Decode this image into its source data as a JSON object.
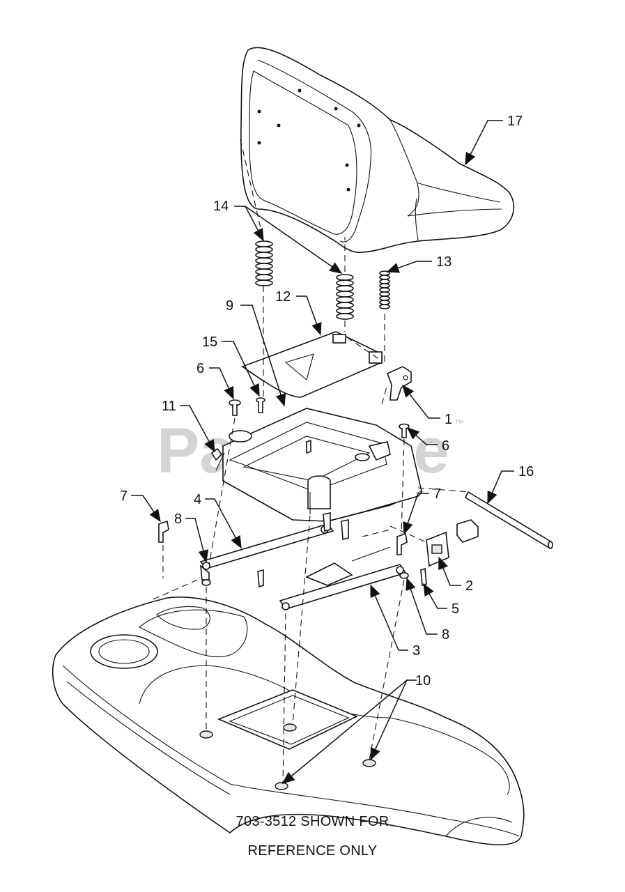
{
  "watermark": {
    "text": "PartsTree",
    "trademark": "™"
  },
  "note": {
    "line1": "703-3512 SHOWN FOR",
    "line2": "REFERENCE ONLY"
  },
  "callouts": [
    {
      "id": "c1",
      "label": "1"
    },
    {
      "id": "c2",
      "label": "2"
    },
    {
      "id": "c3",
      "label": "3"
    },
    {
      "id": "c4",
      "label": "4"
    },
    {
      "id": "c5",
      "label": "5"
    },
    {
      "id": "c6a",
      "label": "6"
    },
    {
      "id": "c6b",
      "label": "6"
    },
    {
      "id": "c7a",
      "label": "7"
    },
    {
      "id": "c7b",
      "label": "7"
    },
    {
      "id": "c8a",
      "label": "8"
    },
    {
      "id": "c8b",
      "label": "8"
    },
    {
      "id": "c9",
      "label": "9"
    },
    {
      "id": "c10",
      "label": "10"
    },
    {
      "id": "c11",
      "label": "11"
    },
    {
      "id": "c12",
      "label": "12"
    },
    {
      "id": "c13",
      "label": "13"
    },
    {
      "id": "c14",
      "label": "14"
    },
    {
      "id": "c15",
      "label": "15"
    },
    {
      "id": "c16",
      "label": "16"
    },
    {
      "id": "c17",
      "label": "17"
    }
  ]
}
